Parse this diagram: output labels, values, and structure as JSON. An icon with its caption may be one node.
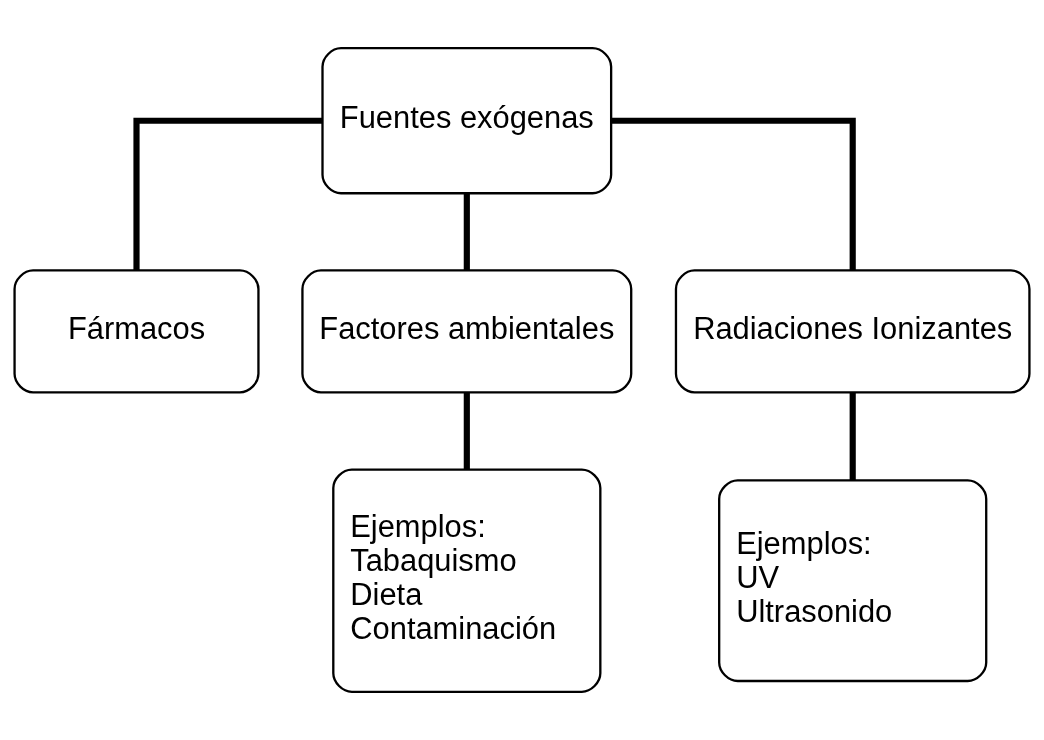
{
  "diagram": {
    "nodes": [
      {
        "text": [
          "Fuentes exógenas"
        ]
      },
      {
        "text": [
          "Fármacos"
        ]
      },
      {
        "text": [
          "Factores ambientales"
        ]
      },
      {
        "text": [
          "Radiaciones Ionizantes"
        ]
      },
      {
        "text": [
          "Ejemplos:",
          "Tabaquismo",
          "Dieta",
          "Contaminación"
        ]
      },
      {
        "text": [
          "Ejemplos:",
          "UV",
          "Ultrasonido"
        ]
      }
    ],
    "edges": [
      {
        "from": 0,
        "to": 1,
        "arrow": "none"
      },
      {
        "from": 0,
        "to": 2,
        "arrow": "none"
      },
      {
        "from": 0,
        "to": 3,
        "arrow": "none"
      },
      {
        "from": 2,
        "to": 4,
        "arrow": "none"
      },
      {
        "from": 3,
        "to": 5,
        "arrow": "none"
      }
    ]
  }
}
